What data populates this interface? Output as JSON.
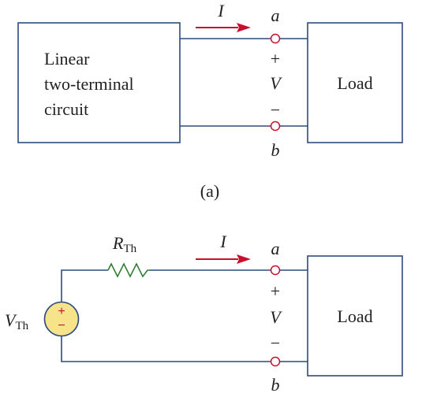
{
  "figure_a": {
    "circuit_label": [
      "Linear",
      "two-terminal",
      "circuit"
    ],
    "load_label": "Load",
    "current": "I",
    "terminal_top": "a",
    "terminal_bottom": "b",
    "plus": "+",
    "voltage": "V",
    "minus": "−",
    "caption": "(a)"
  },
  "figure_b": {
    "source_label": "V",
    "source_sub": "Th",
    "resistor_label": "R",
    "resistor_sub": "Th",
    "source_plus": "+",
    "source_minus": "−",
    "load_label": "Load",
    "current": "I",
    "terminal_top": "a",
    "terminal_bottom": "b",
    "plus": "+",
    "voltage": "V",
    "minus": "−"
  },
  "colors": {
    "wire": "#2e4a7d",
    "arrow": "#c8102e",
    "resistor": "#2e7d32",
    "source_fill": "#f6e38a"
  }
}
